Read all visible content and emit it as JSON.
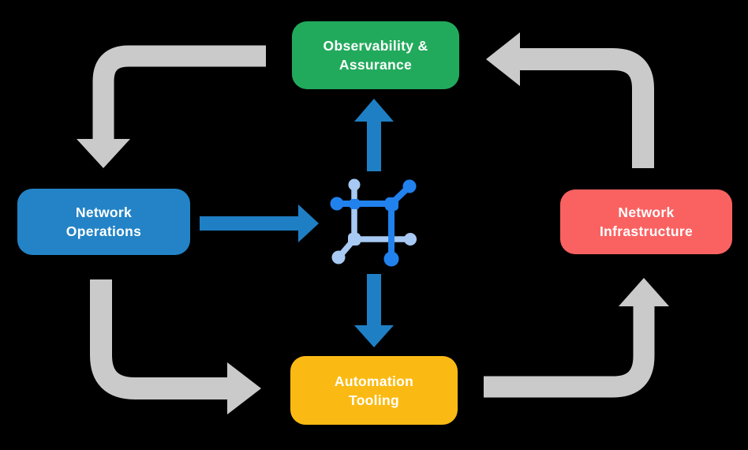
{
  "canvas": {
    "background": "#000000"
  },
  "boxes": {
    "observability": {
      "line1": "Observability &",
      "line2": "Assurance",
      "color": "#22AA5C"
    },
    "operations": {
      "line1": "Network",
      "line2": "Operations",
      "color": "#2383C6"
    },
    "infrastructure": {
      "line1": "Network",
      "line2": "Infrastructure",
      "color": "#FA6261"
    },
    "automation": {
      "line1": "Automation",
      "line2": "Tooling",
      "color": "#FBBA13"
    }
  },
  "colors": {
    "cycle_arrow_gray": "#CACACA",
    "flow_arrow_blue": "#1F7FC5",
    "icon_dark_blue": "#2182EE",
    "icon_light_blue": "#A7C9F3",
    "label_text": "#FFFFFF"
  },
  "icon": {
    "name": "network-mesh-icon"
  }
}
